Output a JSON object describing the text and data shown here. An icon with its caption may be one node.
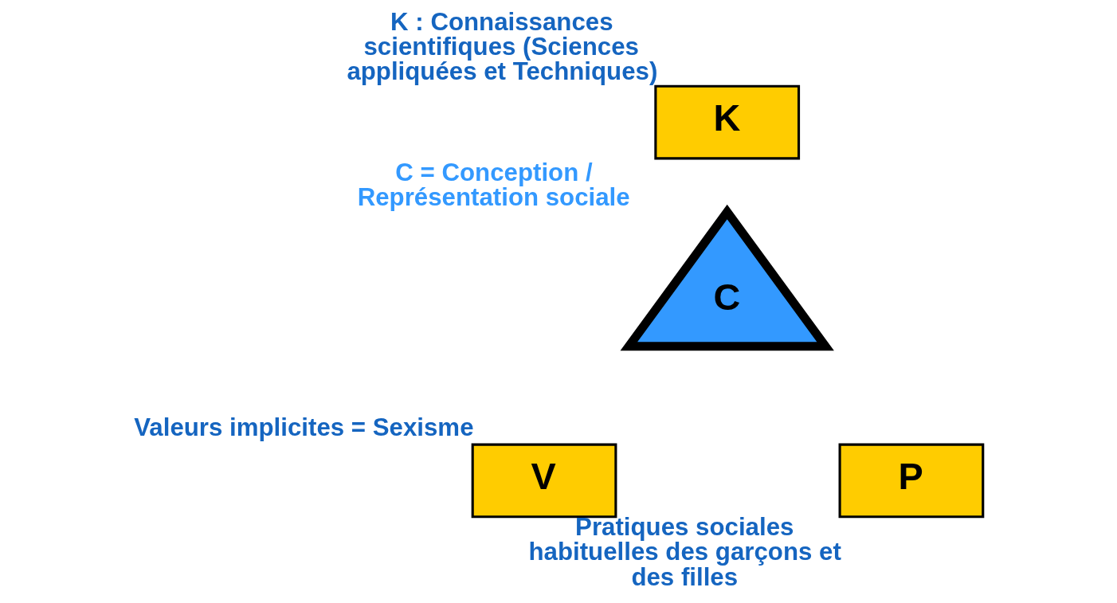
{
  "diagram": {
    "nodes": [
      {
        "text": [
          "K"
        ],
        "beside": [
          "K : Connaissances scientifiques (Sciences appliquées et Techniques)"
        ]
      },
      {
        "text": [
          "C"
        ],
        "beside": [
          "C = Conception / Représentation sociale"
        ]
      },
      {
        "text": [
          "V"
        ],
        "beside": [
          "Valeurs implicites = Sexisme"
        ]
      },
      {
        "text": [
          "P"
        ],
        "beside": [
          "Pratiques sociales habituelles des garçons et des filles"
        ]
      }
    ],
    "edges": []
  }
}
